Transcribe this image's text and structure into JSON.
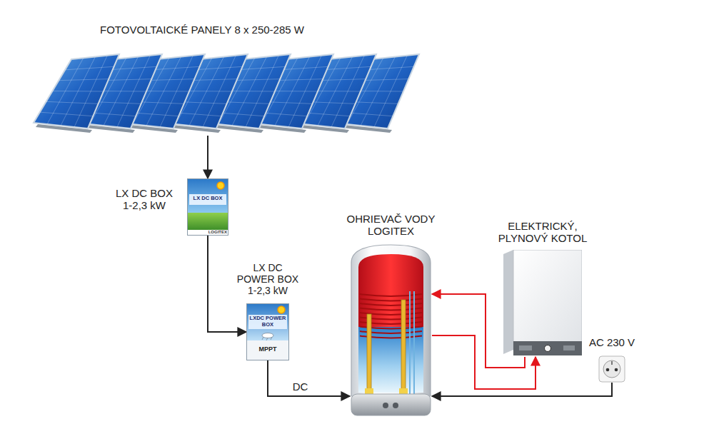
{
  "diagram": {
    "nodes": [
      {
        "text": [
          "FOTOVOLTAICKÉ PANELY 8 x 250-285 W"
        ]
      },
      {
        "text": [
          "LX DC BOX 1-2,3 kW",
          "LX DC BOX",
          "LOGITEX"
        ]
      },
      {
        "text": [
          "LX DC POWER BOX 1-2,3 kW",
          "LXDC POWER BOX",
          "MPPT"
        ]
      },
      {
        "text": [
          "OHRIEVAČ VODY LOGITEX"
        ]
      },
      {
        "text": [
          "ELEKTRICKÝ, PLYNOVÝ KOTOL"
        ]
      },
      {
        "text": [
          "AC 230 V"
        ]
      }
    ],
    "edges": [
      {
        "from": 0,
        "to": 1,
        "arrow": "to"
      },
      {
        "from": 1,
        "to": 2,
        "arrow": "to"
      },
      {
        "from": 2,
        "to": 3,
        "label": "DC",
        "arrow": "to"
      },
      {
        "from": 5,
        "to": 3,
        "arrow": "to"
      },
      {
        "from": 4,
        "to": 3,
        "arrow": "to"
      },
      {
        "from": 3,
        "to": 4,
        "arrow": "to"
      }
    ]
  }
}
